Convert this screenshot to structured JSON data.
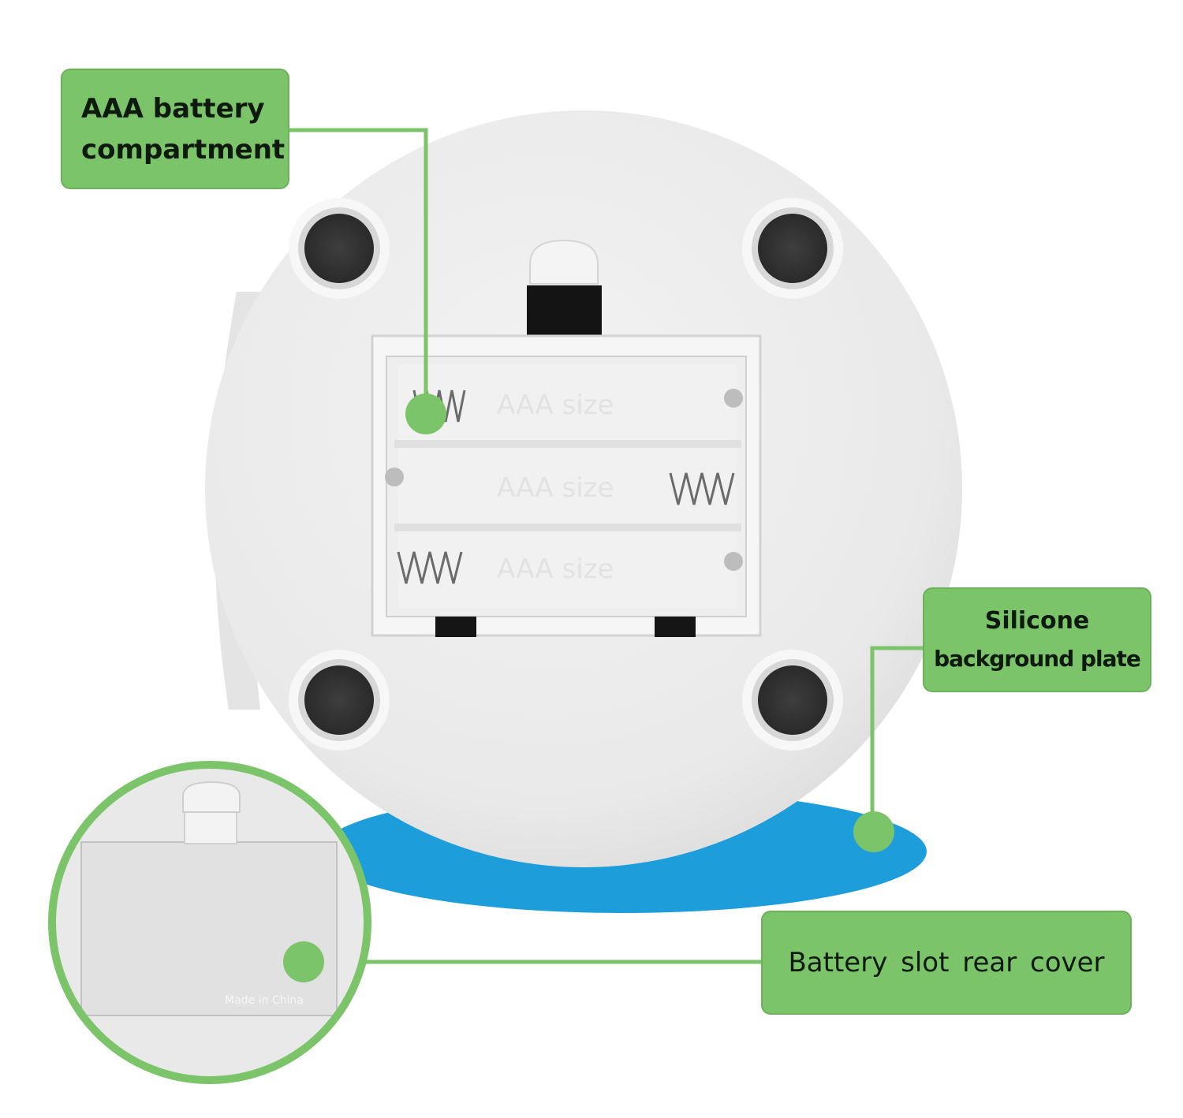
{
  "callouts": {
    "aaa_compartment": {
      "line1": "AAA battery",
      "line2": "compartment"
    },
    "silicone_plate": {
      "line1": "Silicone",
      "line2": "background plate"
    },
    "rear_cover": {
      "text": "Battery slot rear cover"
    }
  },
  "product": {
    "compartment_marking": "AAA size",
    "cover_marking": "Made in China"
  },
  "colors": {
    "callout_green": "#7cc46a",
    "leader_green": "#7cc46a",
    "silicone_blue": "#1e9ddb",
    "housing_white": "#ececec"
  }
}
